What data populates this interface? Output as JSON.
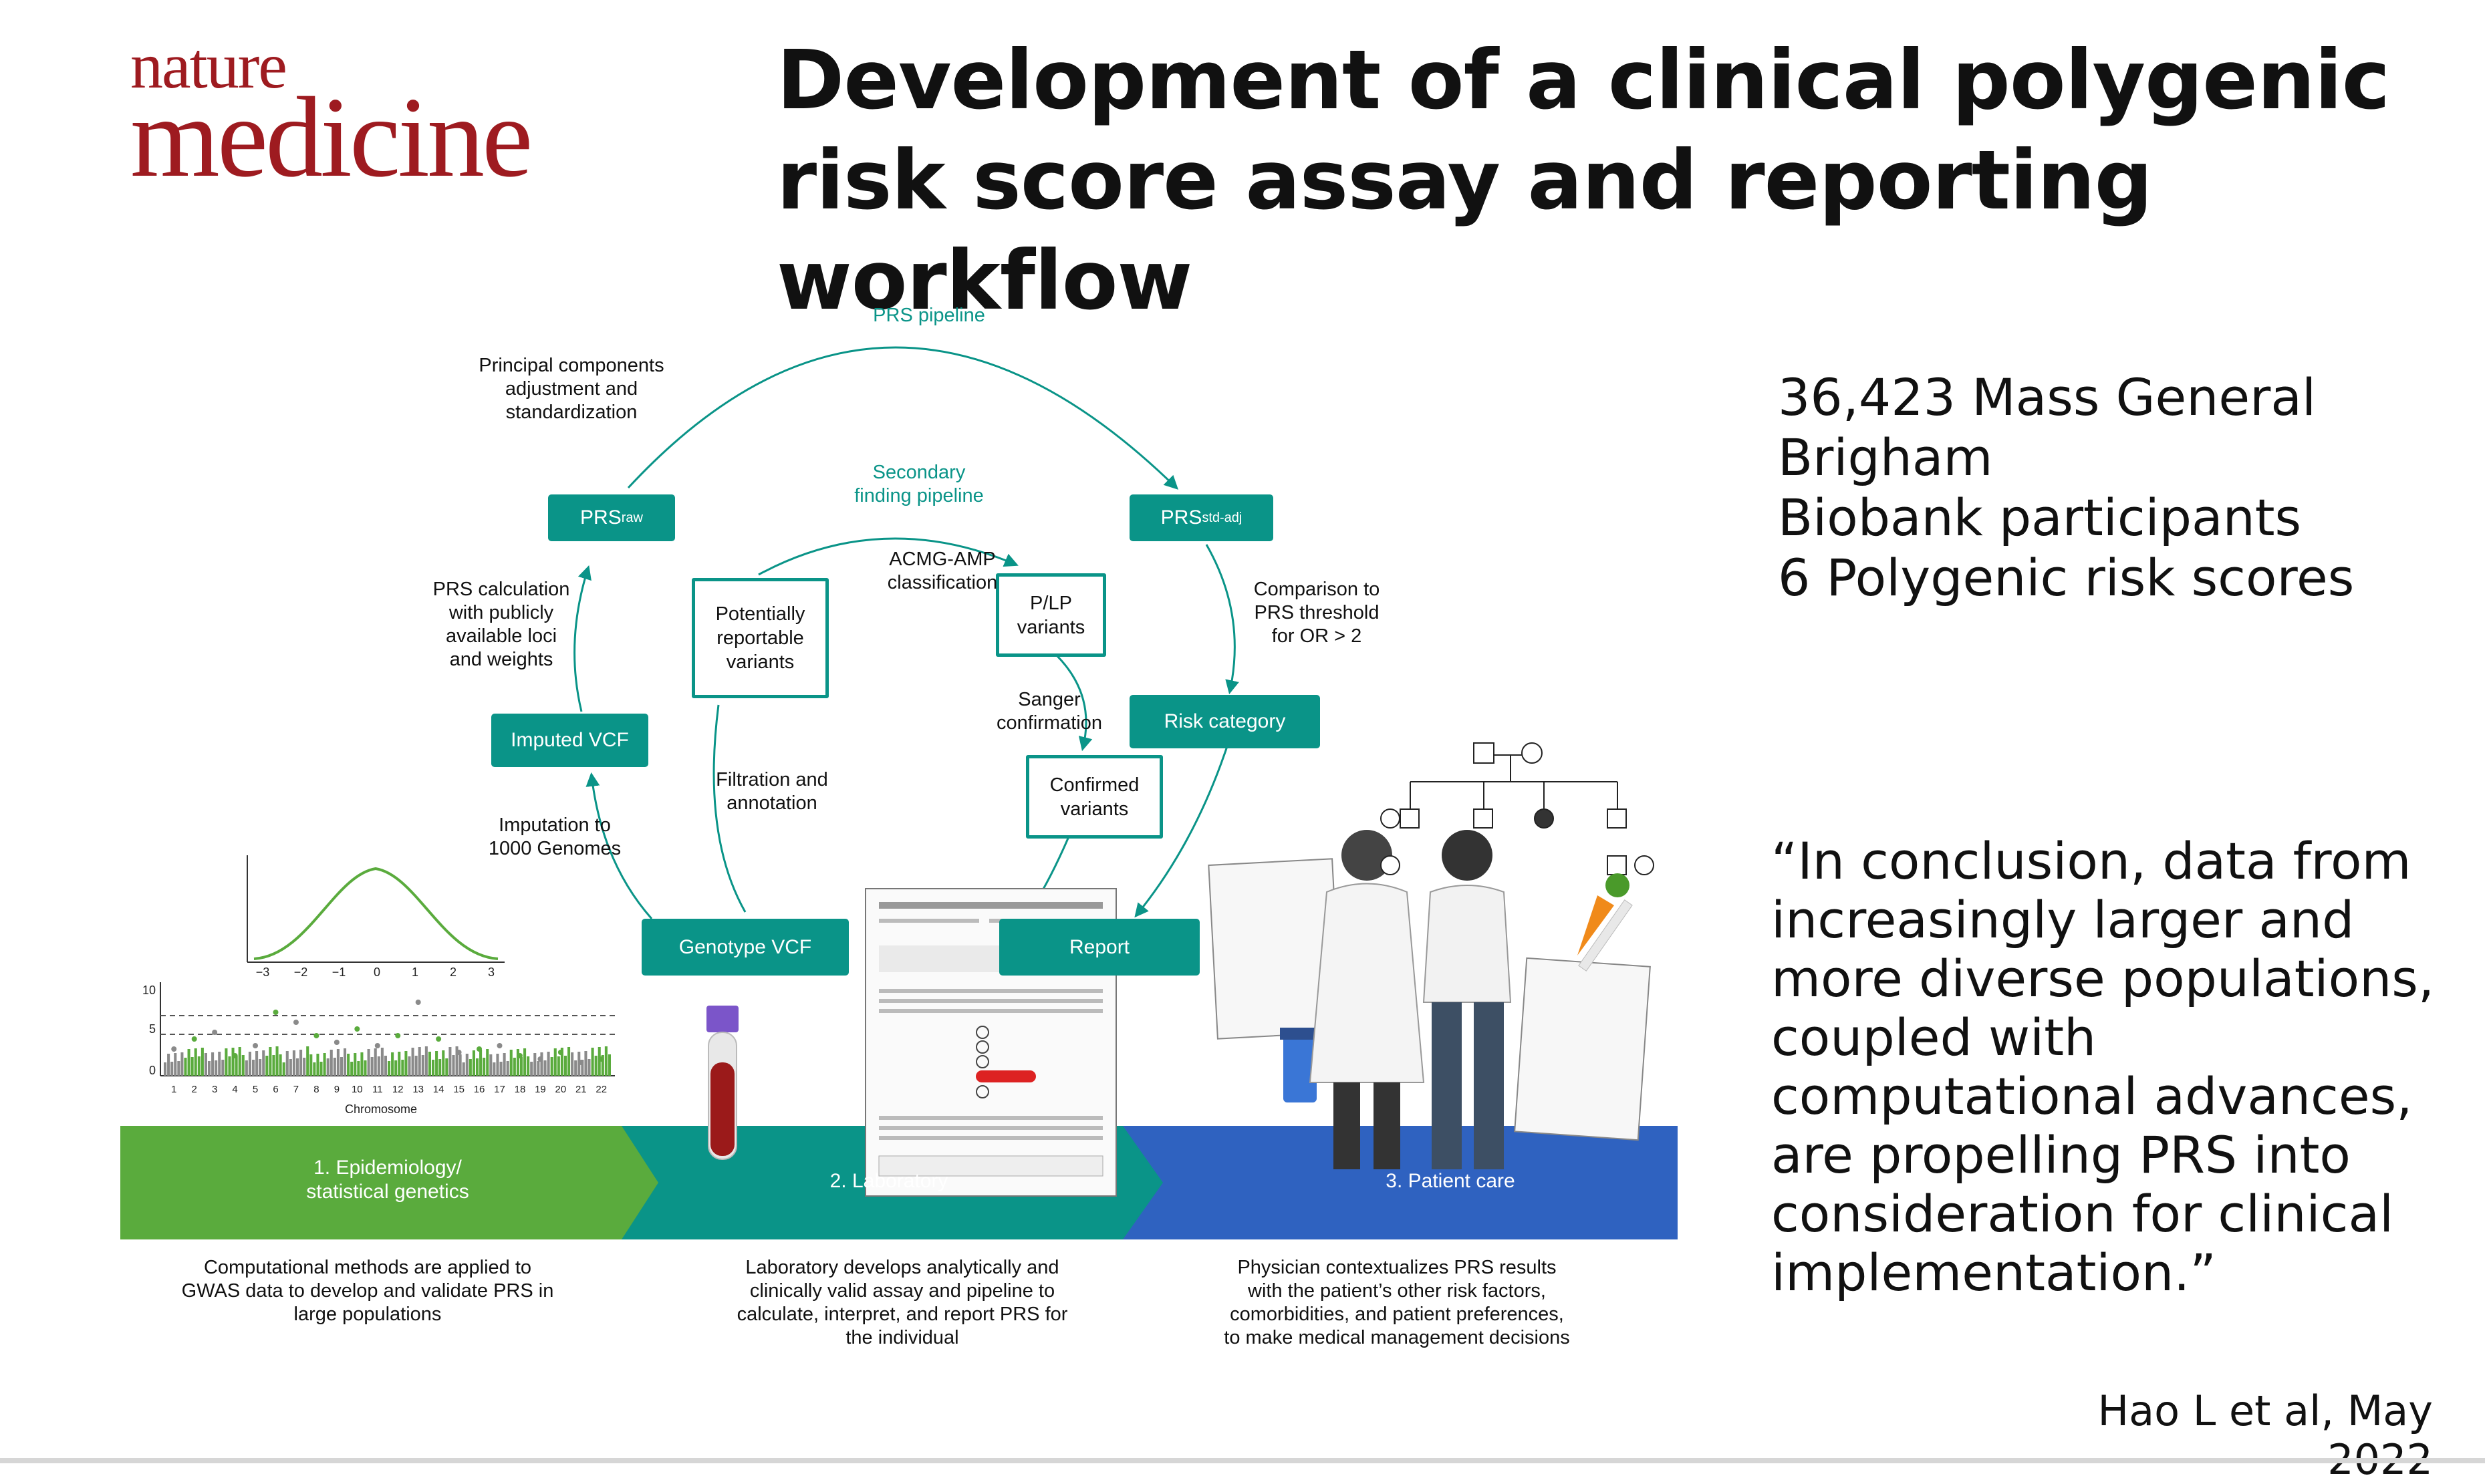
{
  "header": {
    "logo_line1": "nature",
    "logo_line2": "medicine",
    "title": "Development of a clinical polygenic risk score assay and reporting workflow"
  },
  "stats": {
    "line1": "36,423 Mass General Brigham",
    "line2": "Biobank participants",
    "line3": "6 Polygenic risk scores"
  },
  "quote": "“In conclusion, data from increasingly larger and more diverse populations, coupled with computational advances, are propelling PRS into consideration for clinical implementation.”",
  "citation": "Hao L et al, May 2022",
  "diagram": {
    "colors": {
      "teal": "#0a9488",
      "green": "#5aab3d",
      "blue": "#2f62c0",
      "logo_red": "#9e1b20"
    },
    "pipeline_label": "PRS pipeline",
    "secondary_label_line1": "Secondary",
    "secondary_label_line2": "finding pipeline",
    "boxes": {
      "prs_raw_main": "PRS",
      "prs_raw_sub": "raw",
      "prs_std_main": "PRS",
      "prs_std_sub": "std-adj",
      "imputed_vcf": "Imputed VCF",
      "genotype_vcf": "Genotype VCF",
      "risk_category": "Risk category",
      "report": "Report",
      "potentially_reportable_1": "Potentially",
      "potentially_reportable_2": "reportable",
      "potentially_reportable_3": "variants",
      "plp_1": "P/LP",
      "plp_2": "variants",
      "confirmed_1": "Confirmed",
      "confirmed_2": "variants"
    },
    "labels": {
      "pca_1": "Principal components",
      "pca_2": "adjustment and",
      "pca_3": "standardization",
      "prs_calc_1": "PRS calculation",
      "prs_calc_2": "with publicly",
      "prs_calc_3": "available loci",
      "prs_calc_4": "and weights",
      "imputation_1": "Imputation to",
      "imputation_2": "1000 Genomes",
      "filtration_1": "Filtration and",
      "filtration_2": "annotation",
      "acmg_1": "ACMG-AMP",
      "acmg_2": "classification",
      "sanger_1": "Sanger",
      "sanger_2": "confirmation",
      "comparison_1": "Comparison to",
      "comparison_2": "PRS threshold",
      "comparison_3": "for OR > 2"
    },
    "stages": [
      {
        "label_1": "1. Epidemiology/",
        "label_2": "statistical genetics",
        "caption": [
          "Computational methods are applied to",
          "GWAS data to develop and validate PRS in",
          "large populations"
        ]
      },
      {
        "label_1": "2. Laboratory",
        "label_2": "",
        "caption": [
          "Laboratory develops analytically and",
          "clinically valid assay and pipeline to",
          "calculate, interpret, and report PRS for",
          "the individual"
        ]
      },
      {
        "label_1": "3. Patient care",
        "label_2": "",
        "caption": [
          "Physician contextualizes PRS results",
          "with the patient’s other risk factors,",
          "comorbidities, and patient preferences,",
          "to make medical management decisions"
        ]
      }
    ],
    "distribution_ticks": [
      "−3",
      "−2",
      "−1",
      "0",
      "1",
      "2",
      "3"
    ],
    "manhattan": {
      "y_ticks": [
        "10",
        "5",
        "0"
      ],
      "x_ticks": [
        "1",
        "2",
        "3",
        "4",
        "5",
        "6",
        "7",
        "8",
        "9",
        "10",
        "11",
        "12",
        "13",
        "14",
        "15",
        "16",
        "17",
        "18",
        "19",
        "20",
        "21",
        "22"
      ],
      "xlabel": "Chromosome"
    }
  }
}
